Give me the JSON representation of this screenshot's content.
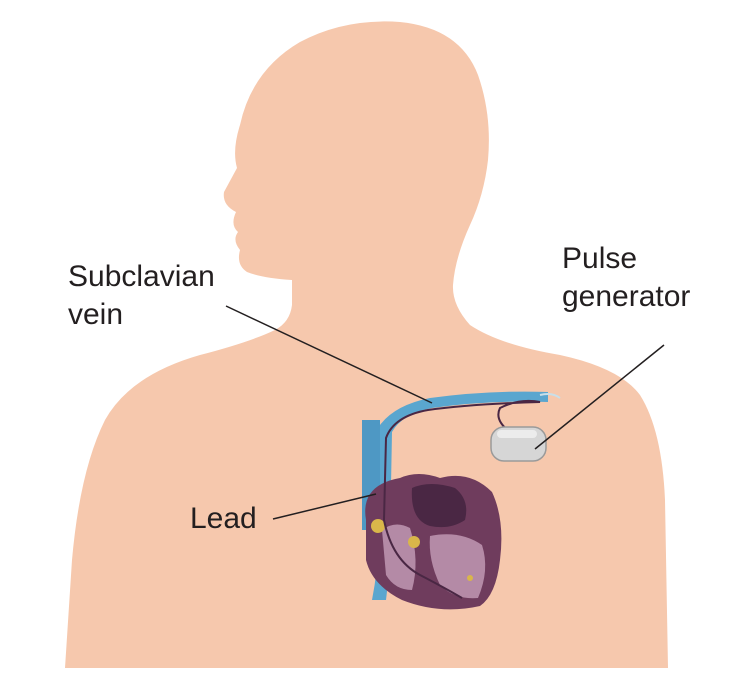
{
  "labels": {
    "subclavian_line1": "Subclavian",
    "subclavian_line2": "vein",
    "pulse_line1": "Pulse",
    "pulse_line2": "generator",
    "lead": "Lead"
  },
  "colors": {
    "skin": "#f6c8ad",
    "vein": "#5aa6cf",
    "vein_dark": "#2f7fae",
    "heart_outer": "#6f3c5d",
    "heart_inner": "#4a2744",
    "heart_chamber": "#b48aa6",
    "device": "#d6d6d6",
    "device_edge": "#9a9a9a",
    "leader": "#231f20"
  },
  "icons": {
    "figure": "human-torso-silhouette",
    "heart": "heart-cross-section-icon",
    "device": "pacemaker-device-icon"
  }
}
